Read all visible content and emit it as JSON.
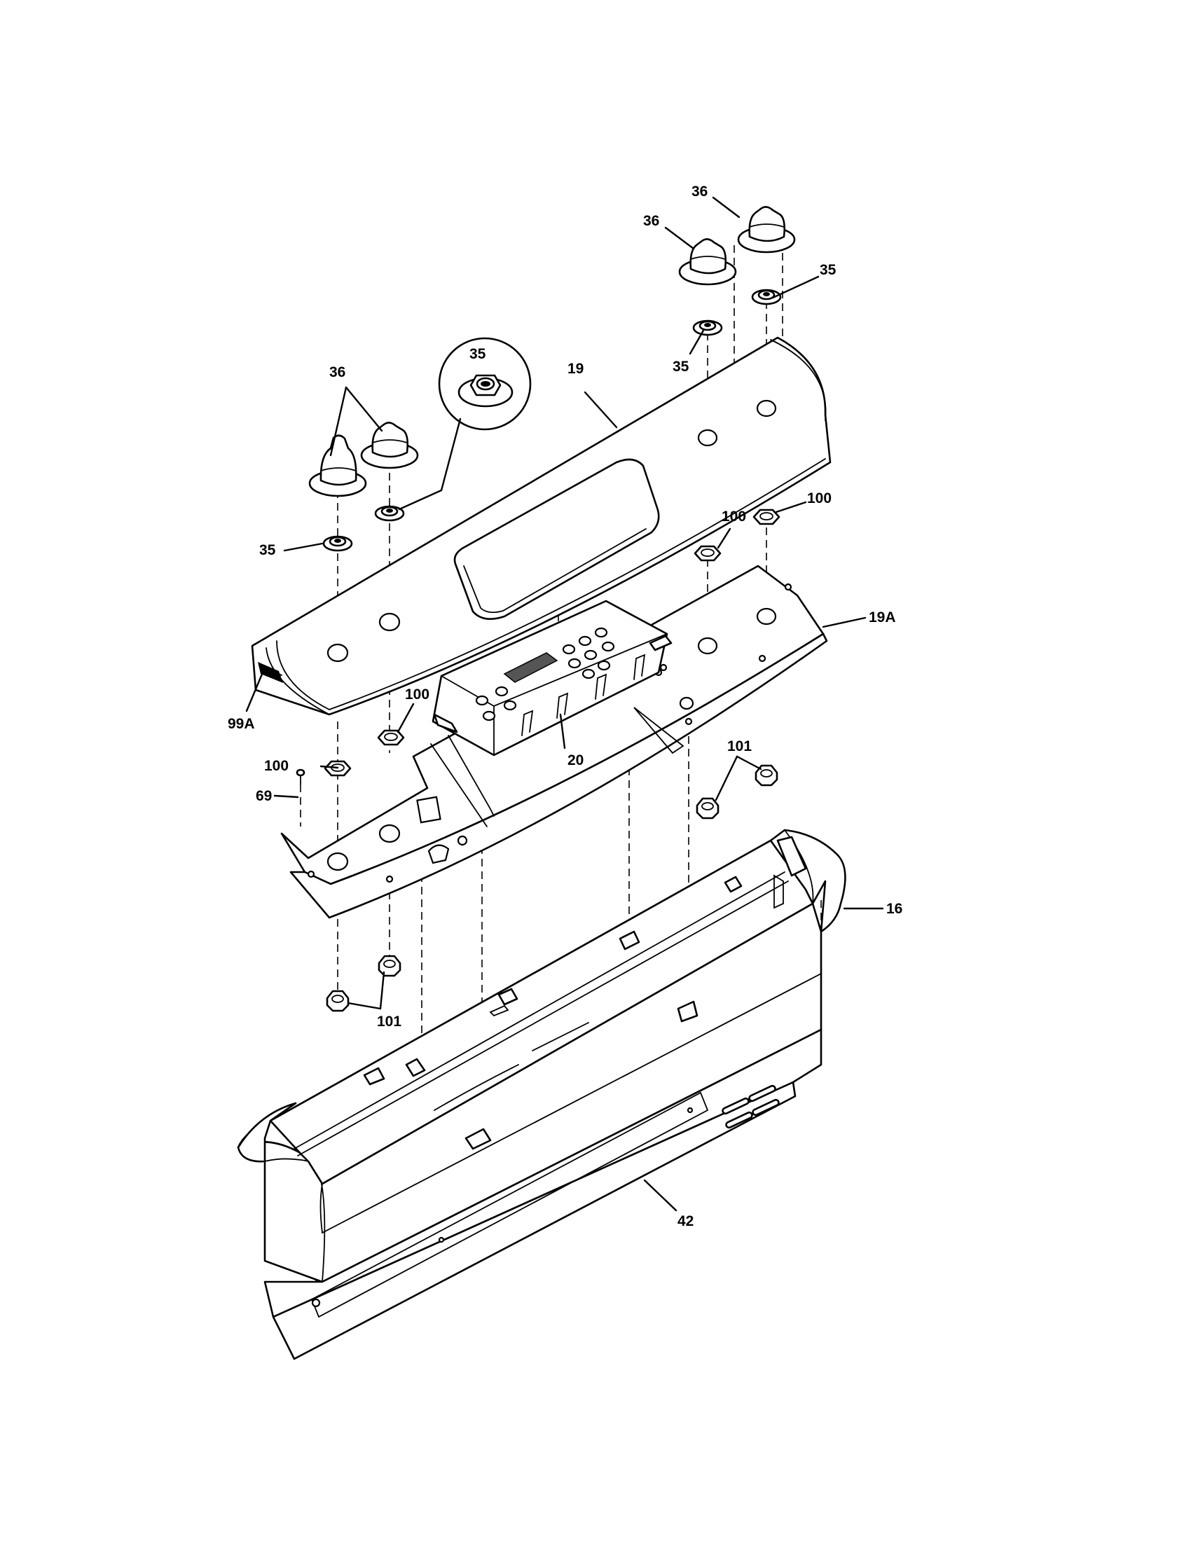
{
  "diagram": {
    "callouts": [
      {
        "id": "c36a",
        "label": "36"
      },
      {
        "id": "c36b",
        "label": "36"
      },
      {
        "id": "c35a",
        "label": "35"
      },
      {
        "id": "c35b",
        "label": "35"
      },
      {
        "id": "c36c",
        "label": "36"
      },
      {
        "id": "c35c",
        "label": "35"
      },
      {
        "id": "c19",
        "label": "19"
      },
      {
        "id": "c35d",
        "label": "35"
      },
      {
        "id": "c100a",
        "label": "100"
      },
      {
        "id": "c100b",
        "label": "100"
      },
      {
        "id": "c19A",
        "label": "19A"
      },
      {
        "id": "c99A",
        "label": "99A"
      },
      {
        "id": "c100c",
        "label": "100"
      },
      {
        "id": "c101a",
        "label": "101"
      },
      {
        "id": "c100d",
        "label": "100"
      },
      {
        "id": "c20",
        "label": "20"
      },
      {
        "id": "c69",
        "label": "69"
      },
      {
        "id": "c16",
        "label": "16"
      },
      {
        "id": "c101b",
        "label": "101"
      },
      {
        "id": "c42",
        "label": "42"
      }
    ]
  }
}
